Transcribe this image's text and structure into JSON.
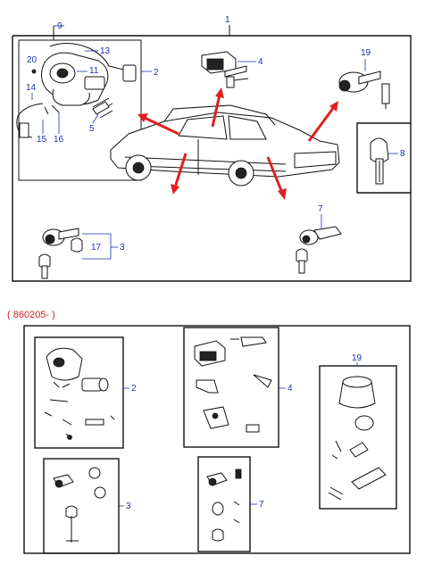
{
  "callouts": {
    "c1": "1",
    "c2": "2",
    "c3": "3",
    "c4": "4",
    "c5": "5",
    "c7": "7",
    "c8": "8",
    "c9": "9",
    "c11": "11",
    "c13": "13",
    "c14": "14",
    "c15": "15",
    "c16": "16",
    "c17": "17",
    "c19": "19",
    "c20": "20",
    "b2": "2",
    "b3": "3",
    "b4": "4",
    "b7": "7",
    "b19": "19"
  },
  "variant_label": "( 860205- )",
  "colors": {
    "callout": "#1a2fb0",
    "arrow": "#e02020",
    "label": "#d42020",
    "line": "#111111"
  },
  "icons": [
    "ignition-switch-icon",
    "door-lock-cylinder-icon",
    "trunk-lock-cylinder-icon",
    "key-icon",
    "car-icon"
  ]
}
